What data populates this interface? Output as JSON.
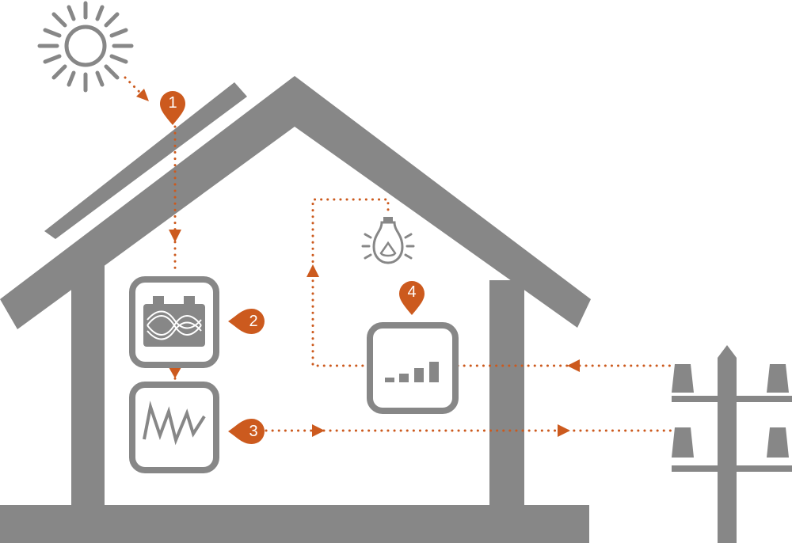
{
  "colors": {
    "structure": "#878787",
    "accent": "#cc5a1e",
    "background": "#ffffff"
  },
  "markers": [
    {
      "id": "solar-panel-marker",
      "number": "1"
    },
    {
      "id": "battery-marker",
      "number": "2"
    },
    {
      "id": "inverter-marker",
      "number": "3"
    },
    {
      "id": "meter-marker",
      "number": "4"
    }
  ],
  "icons": [
    "sun-icon",
    "solar-panel-icon",
    "house-icon",
    "battery-icon",
    "inverter-icon",
    "lightbulb-icon",
    "smart-meter-icon",
    "power-pole-icon"
  ]
}
